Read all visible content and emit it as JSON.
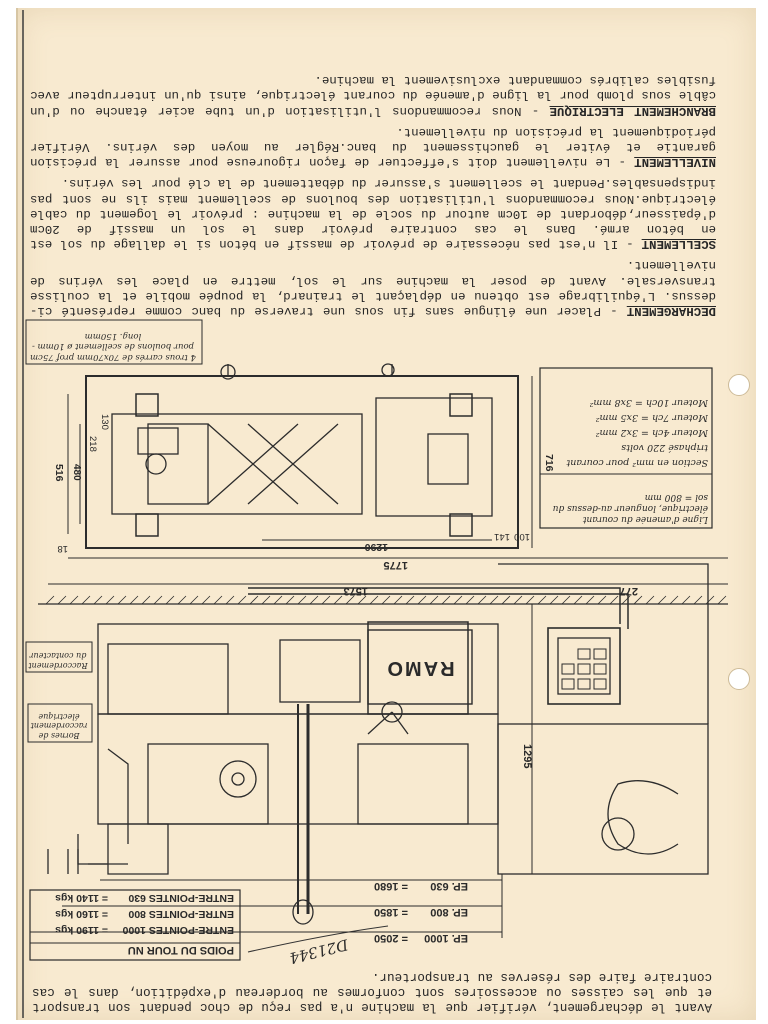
{
  "document": {
    "paragraphs": {
      "dechargement_intro": "Avant le déchargement, vérifier que la machine n'a pas reçu de choc pendant son transport et que les caisses ou accessoires sont conformes au bordereau d'expédition, dans le cas contraire faire des réserves au transporteur.",
      "dechargement_heading": "DECHARGEMENT",
      "dechargement_text": "- Placer une élingue sans fin sous une traverse du banc comme représenté ci-dessus. L'équilibrage est obtenu en déplaçant le trainard, la poupée mobile et la coulisse transversale. Avant de poser la machine sur le sol, mettre en place les vérins de nivellement.",
      "scellement_heading": "SCELLEMENT",
      "scellement_text": "- Il n'est pas nécessaire de prévoir de massif en béton si le dallage du sol est en béton armé. Dans le cas contraire prévoir dans le sol un massif de 20cm d'épaisseur,débordant de 10cm autour du socle de la machine : prévoir le logement du cable électrique.Nous recommandons l'utilisation des boulons de scellement mais ils ne sont pas indispensables.Pendant le scellement s'assurer du débattement de la clé pour les vérins.",
      "nivellement_heading": "NIVELLEMENT",
      "nivellement_text": "- Le nivellement doit s'effectuer de façon rigoureuse pour assurer la précision garantie et éviter le gauchissement du banc.Régler au moyen des vérins. Vérifier périodiquement la précision du nivellement.",
      "branchement_heading": "BRANCHEMENT ELECTRIQUE",
      "branchement_text": "- Nous recommandons l'utilisation d'un tube acier étanche ou d'un câble sous plomb pour la ligne d'amenée du courant électrique, ainsi qu'un interrupteur avec fusibles calibrés commandant exclusivement la machine."
    },
    "weights_table": {
      "title": "POIDS DU TOUR NU",
      "rows": [
        {
          "label": "ENTRE-POINTES 1000",
          "value": "= 1190 kgs"
        },
        {
          "label": "ENTRE-POINTES 800",
          "value": "= 1160 kgs"
        },
        {
          "label": "ENTRE-POINTES 630",
          "value": "= 1140 kgs"
        }
      ]
    },
    "ep_dimensions": [
      {
        "label": "EP. 630",
        "value": "= 1680"
      },
      {
        "label": "EP. 800",
        "value": "= 1850"
      },
      {
        "label": "EP. 1000",
        "value": "= 2050"
      }
    ],
    "handwritten_ref": "D21344",
    "brand": "RAMO",
    "notes": {
      "bolts_note": "4 trous carrés de 70x70mm prof 75cm pour boulons de scellement ø 10mm - long. 150mm",
      "bornes_note": "Bornes de raccordement électrique",
      "raccordement_note": "Raccordement du contacteur"
    },
    "electrical_box": {
      "heading": "Ligne d'amenée du courant électrique, longueur au-dessus du sol = 800 mm",
      "section_line": "Section en mm² pour courant triphasé 220 volts",
      "moteurs": [
        "Moteur 4ch = 3x2 mm²",
        "Moteur 7ch = 3x5 mm²",
        "Moteur 10ch = 3x8 mm²"
      ]
    },
    "dimensions": {
      "d1290": "1290",
      "d1775": "1775",
      "d1573": "1573",
      "d277": "277",
      "d1295": "1295",
      "d716": "716",
      "d516": "516",
      "d480": "480",
      "d218": "218",
      "d130": "130",
      "d100": "100",
      "d141": "141",
      "d18": "18"
    }
  }
}
